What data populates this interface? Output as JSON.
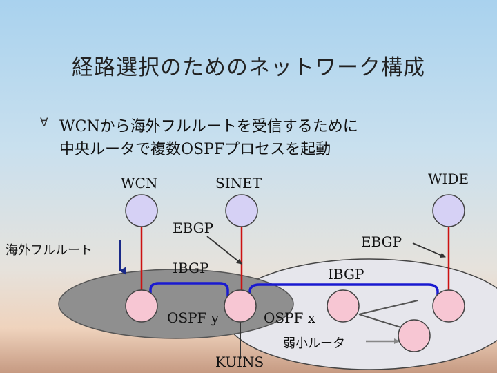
{
  "title": "経路選択のためのネットワーク構成",
  "bullet": {
    "line1": "WCNから海外フルルートを受信するために",
    "line2": "中央ルータで複数OSPFプロセスを起動"
  },
  "labels": {
    "wcn": "WCN",
    "sinet": "SINET",
    "wide": "WIDE",
    "ebgp_left": "EBGP",
    "ebgp_right": "EBGP",
    "ibgp_left": "IBGP",
    "ibgp_right": "IBGP",
    "full_route": "海外フルルート",
    "ospf_y": "OSPF y",
    "ospf_x": "OSPF x",
    "weak_router": "弱小ルータ",
    "kuins": "KUINS"
  },
  "colors": {
    "external_node": "#d6d1f5",
    "internal_node": "#f7c6d3",
    "ebgp_link": "#cc1111",
    "ibgp_link": "#1a1ad0",
    "ospf_y_area": "#8f8f8f",
    "ospf_x_area": "#e6e6ec"
  }
}
